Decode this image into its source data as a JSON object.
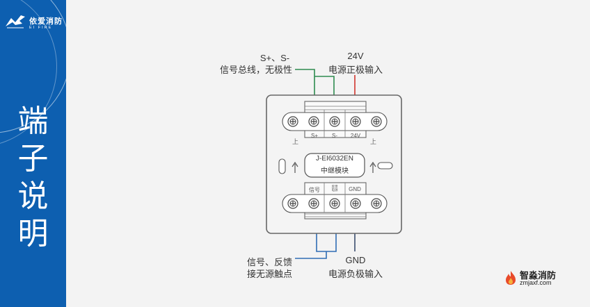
{
  "sidebar": {
    "logo_cn": "依爱消防",
    "logo_en": "EI FIRE",
    "title_chars": [
      "端",
      "子",
      "说",
      "明"
    ]
  },
  "labels": {
    "top_left_line1": "S+、S-",
    "top_left_line2": "信号总线，无极性",
    "top_right_line1": "24V",
    "top_right_line2": "电源正极输入",
    "bottom_left_line1": "信号、反馈",
    "bottom_left_line2": "接无源触点",
    "bottom_right_line1": "GND",
    "bottom_right_line2": "电源负极输入"
  },
  "module": {
    "model": "J-EI6032EN",
    "name": "中继模块",
    "up_mark": "上",
    "top_terminals": [
      "S+",
      "S-",
      "24V"
    ],
    "bottom_terminals": [
      "信号",
      "反馈\n电源",
      "GND"
    ]
  },
  "colors": {
    "sidebar": "#0d5fb0",
    "bus_wire": "#2e8b4f",
    "positive_wire": "#d0342c",
    "signal_wire": "#2f6db5",
    "gnd_wire": "#3a4c6e"
  },
  "watermark": {
    "name": "智淼消防",
    "url": "zmjaxf.com"
  }
}
